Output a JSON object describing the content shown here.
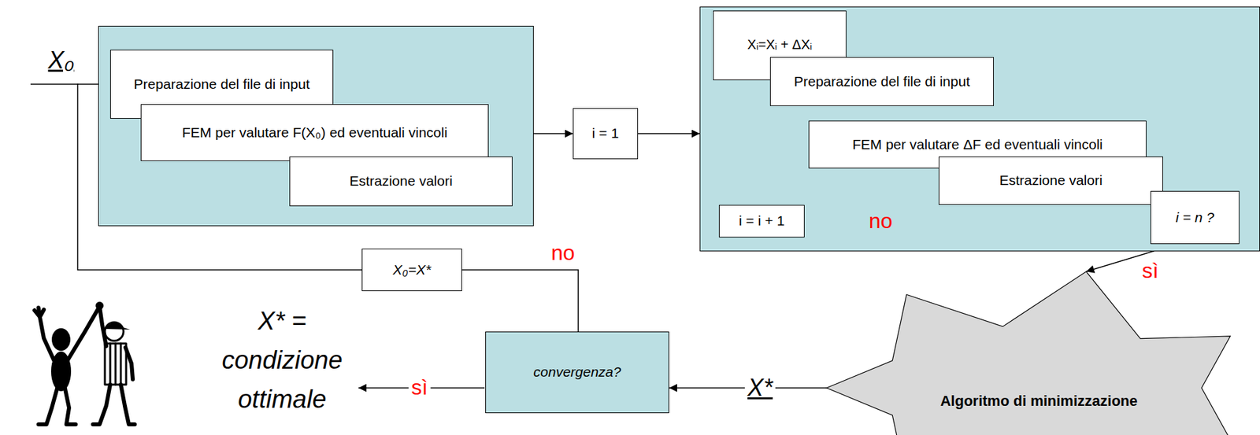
{
  "diagram": {
    "nodes": [
      {
        "text": []
      },
      {
        "text": [
          "Preparazione del file di input"
        ],
        "in": 0
      },
      {
        "text": [
          "FEM per valutare F(X₀) ed eventuali vincoli"
        ],
        "in": 0
      },
      {
        "text": [
          "Estrazione valori"
        ],
        "in": 0
      },
      {
        "text": [
          "i = 1"
        ]
      },
      {
        "text": []
      },
      {
        "text": [
          "Xᵢ=Xᵢ + ΔXᵢ"
        ],
        "in": 5
      },
      {
        "text": [
          "Preparazione del file di input"
        ],
        "in": 5
      },
      {
        "text": [
          "FEM per valutare ΔF ed eventuali vincoli"
        ],
        "in": 5
      },
      {
        "text": [
          "Estrazione valori"
        ],
        "in": 5
      },
      {
        "text": [
          "i = n ?"
        ],
        "in": 5
      },
      {
        "text": [
          "i = i + 1"
        ],
        "in": 5
      },
      {
        "text": [
          "X₀=X*"
        ]
      },
      {
        "text": [
          "convergenza?"
        ]
      },
      {
        "text": [
          "Algoritmo di minimizzazione"
        ]
      }
    ],
    "edges": [
      {
        "from": 0,
        "to": 4,
        "arrow": "to"
      },
      {
        "from": 4,
        "to": 5,
        "arrow": "to"
      },
      {
        "from": 10,
        "to": 11,
        "label": "no",
        "arrow": "to"
      },
      {
        "from": 11,
        "to": 6,
        "arrow": "to"
      },
      {
        "from": 10,
        "to": 14,
        "label": "sì",
        "arrow": "to"
      },
      {
        "from": 14,
        "to": 13,
        "arrow": "to"
      },
      {
        "from": 13,
        "to": 12,
        "label": "no",
        "arrow": "none"
      },
      {
        "from": 12,
        "to": 1,
        "arrow": "to"
      }
    ],
    "labels": [
      "X₀",
      "X*",
      "sì",
      "X* = condizione ottimale"
    ]
  }
}
